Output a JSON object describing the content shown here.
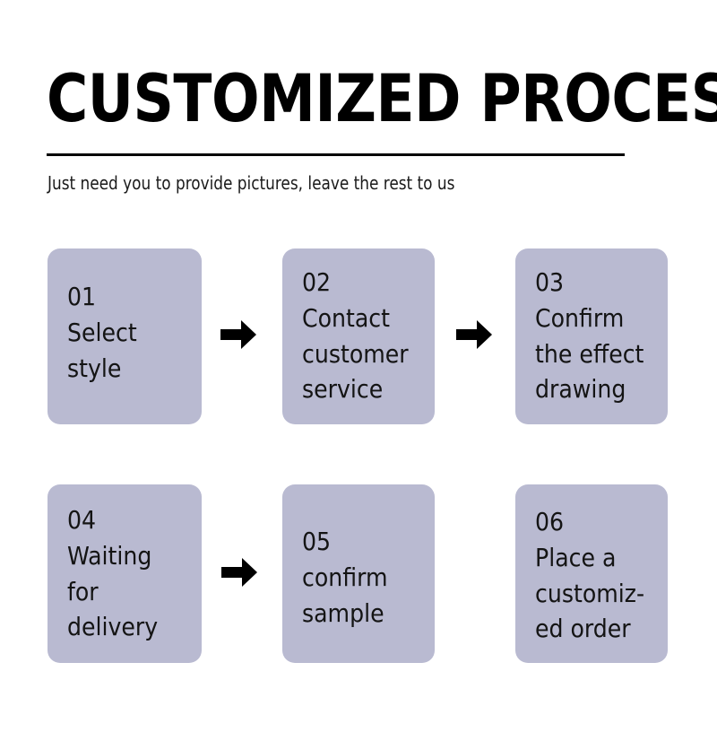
{
  "header": {
    "title": "CUSTOMIZED PROCESS",
    "subtitle": "Just need you to provide pictures, leave the rest to us",
    "rule_color": "#000000"
  },
  "theme": {
    "background": "#ffffff",
    "card_background": "#b9bad1",
    "text_color": "#141414",
    "arrow_color": "#000000"
  },
  "steps": [
    {
      "number": "01",
      "label": "Select\nstyle",
      "text": "01\nSelect\nstyle"
    },
    {
      "number": "02",
      "label": "Contact\ncustomer\nservice",
      "text": "02\nContact\ncustomer\nservice"
    },
    {
      "number": "03",
      "label": "Confirm\nthe effect\ndrawing",
      "text": "03\nConfirm\nthe effect\ndrawing"
    },
    {
      "number": "04",
      "label": "Waiting\nfor\ndelivery",
      "text": "04\nWaiting\nfor\ndelivery"
    },
    {
      "number": "05",
      "label": "confirm\nsample",
      "text": "05\nconfirm\nsample"
    },
    {
      "number": "06",
      "label": "Place a\ncustomiz-\ned order",
      "text": "06\nPlace a\ncustomiz-\ned order"
    }
  ],
  "arrows": [
    {
      "name": "arrow-step-1-to-2",
      "direction": "right"
    },
    {
      "name": "arrow-step-2-to-3",
      "direction": "right"
    },
    {
      "name": "arrow-step-4-to-5",
      "direction": "right"
    }
  ]
}
